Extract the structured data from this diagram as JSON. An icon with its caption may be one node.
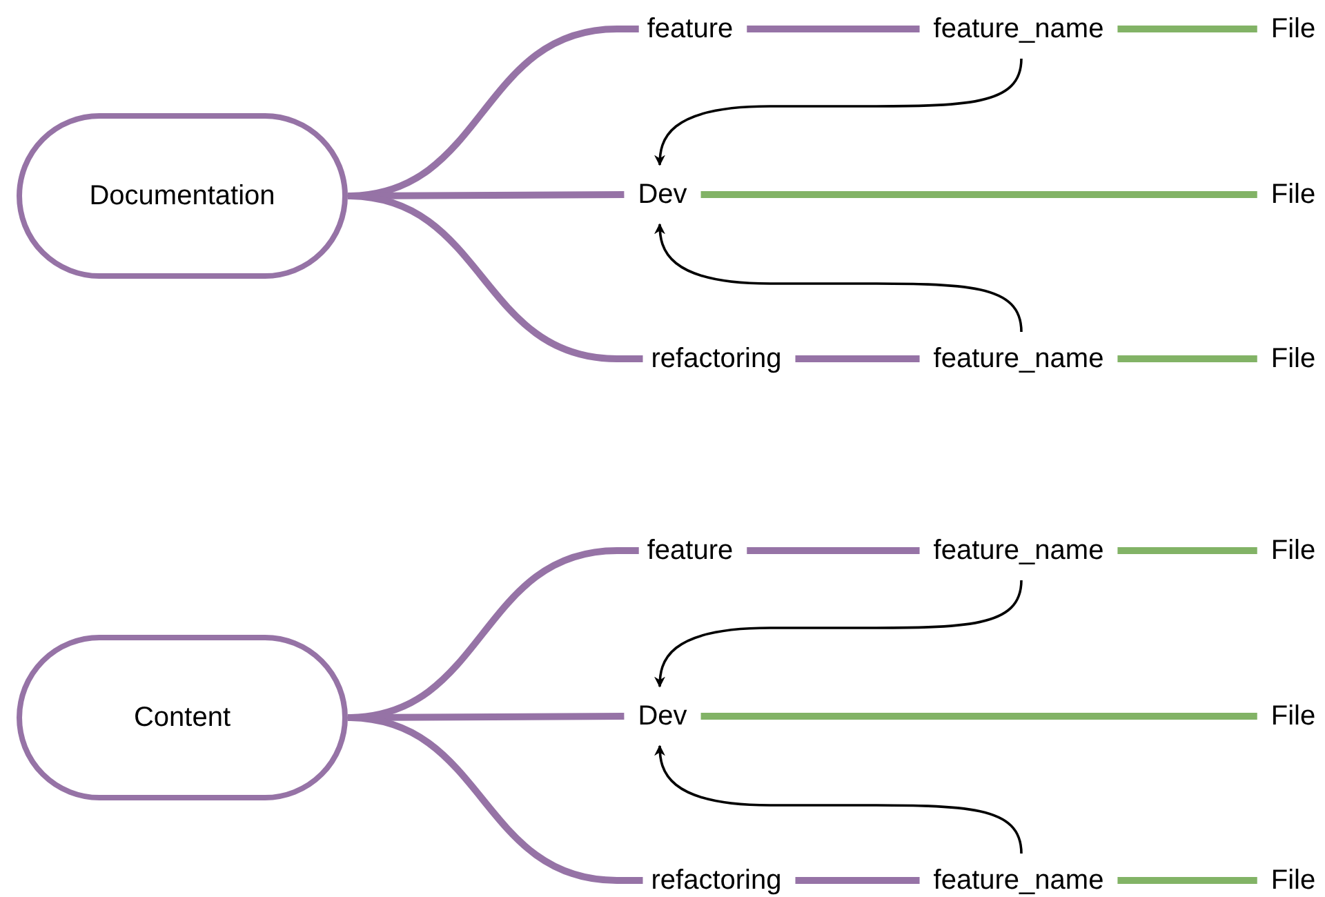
{
  "diagram": {
    "nodes": [
      {
        "text": [
          "Documentation"
        ]
      },
      {
        "text": [
          "feature"
        ]
      },
      {
        "text": [
          "feature_name"
        ]
      },
      {
        "text": [
          "File"
        ]
      },
      {
        "text": [
          "Dev"
        ]
      },
      {
        "text": [
          "File"
        ]
      },
      {
        "text": [
          "refactoring"
        ]
      },
      {
        "text": [
          "feature_name"
        ]
      },
      {
        "text": [
          "File"
        ]
      },
      {
        "text": [
          "Content"
        ]
      },
      {
        "text": [
          "feature"
        ]
      },
      {
        "text": [
          "feature_name"
        ]
      },
      {
        "text": [
          "File"
        ]
      },
      {
        "text": [
          "Dev"
        ]
      },
      {
        "text": [
          "File"
        ]
      },
      {
        "text": [
          "refactoring"
        ]
      },
      {
        "text": [
          "feature_name"
        ]
      },
      {
        "text": [
          "File"
        ]
      }
    ],
    "edges": [
      {
        "from": 0,
        "to": 1,
        "arrow": "none",
        "color": "#9673a6"
      },
      {
        "from": 0,
        "to": 4,
        "arrow": "none",
        "color": "#9673a6"
      },
      {
        "from": 0,
        "to": 6,
        "arrow": "none",
        "color": "#9673a6"
      },
      {
        "from": 1,
        "to": 2,
        "arrow": "none",
        "color": "#9673a6"
      },
      {
        "from": 2,
        "to": 3,
        "arrow": "none",
        "color": "#82b366"
      },
      {
        "from": 4,
        "to": 5,
        "arrow": "none",
        "color": "#82b366"
      },
      {
        "from": 6,
        "to": 7,
        "arrow": "none",
        "color": "#9673a6"
      },
      {
        "from": 7,
        "to": 8,
        "arrow": "none",
        "color": "#82b366"
      },
      {
        "from": 2,
        "to": 4,
        "arrow": "to",
        "color": "#000000"
      },
      {
        "from": 7,
        "to": 4,
        "arrow": "to",
        "color": "#000000"
      },
      {
        "from": 9,
        "to": 10,
        "arrow": "none",
        "color": "#9673a6"
      },
      {
        "from": 9,
        "to": 13,
        "arrow": "none",
        "color": "#9673a6"
      },
      {
        "from": 9,
        "to": 15,
        "arrow": "none",
        "color": "#9673a6"
      },
      {
        "from": 10,
        "to": 11,
        "arrow": "none",
        "color": "#9673a6"
      },
      {
        "from": 11,
        "to": 12,
        "arrow": "none",
        "color": "#82b366"
      },
      {
        "from": 13,
        "to": 14,
        "arrow": "none",
        "color": "#82b366"
      },
      {
        "from": 15,
        "to": 16,
        "arrow": "none",
        "color": "#9673a6"
      },
      {
        "from": 16,
        "to": 17,
        "arrow": "none",
        "color": "#82b366"
      },
      {
        "from": 11,
        "to": 13,
        "arrow": "to",
        "color": "#000000"
      },
      {
        "from": 16,
        "to": 13,
        "arrow": "to",
        "color": "#000000"
      }
    ]
  }
}
